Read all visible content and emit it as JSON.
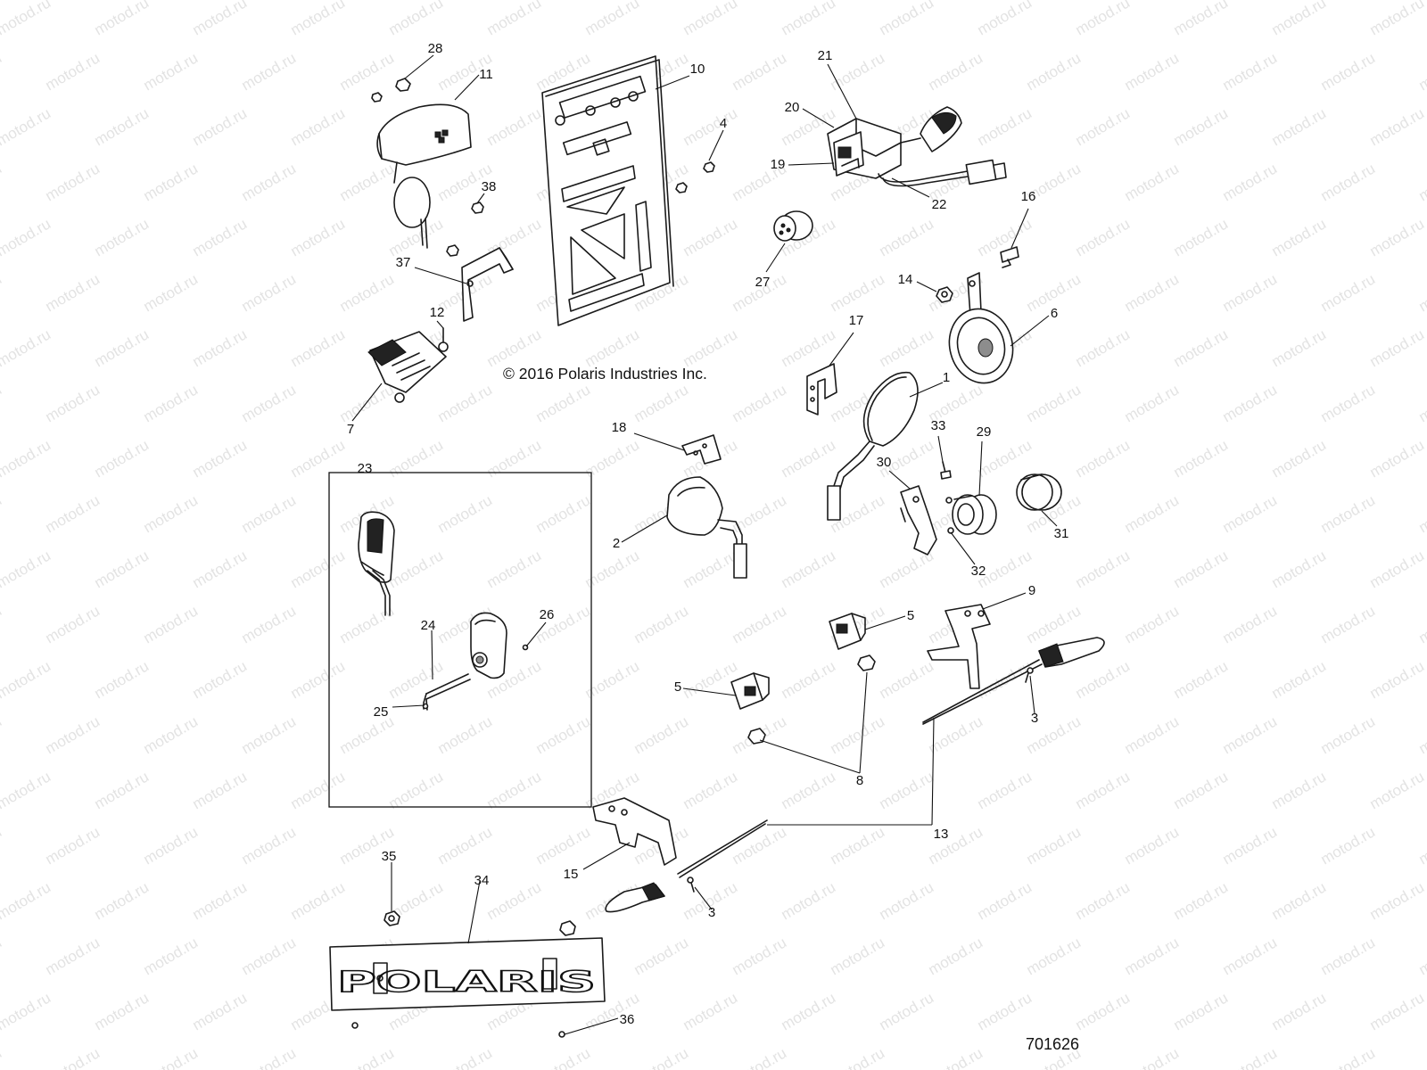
{
  "copyright": "© 2016 Polaris Industries Inc.",
  "diagram_number": "701626",
  "watermark_text": "motod.ru",
  "plate_logo_text": "POLARIS",
  "callouts": {
    "c1": "1",
    "c2": "2",
    "c3a": "3",
    "c3b": "3",
    "c4": "4",
    "c5a": "5",
    "c5b": "5",
    "c6": "6",
    "c7": "7",
    "c8": "8",
    "c9": "9",
    "c10": "10",
    "c11": "11",
    "c12": "12",
    "c13": "13",
    "c14": "14",
    "c15": "15",
    "c16": "16",
    "c17": "17",
    "c18": "18",
    "c19": "19",
    "c20": "20",
    "c21": "21",
    "c22": "22",
    "c23": "23",
    "c24": "24",
    "c25": "25",
    "c26": "26",
    "c27": "27",
    "c28": "28",
    "c29": "29",
    "c30": "30",
    "c31": "31",
    "c32": "32",
    "c33": "33",
    "c34": "34",
    "c35": "35",
    "c36": "36",
    "c37": "37",
    "c38": "38"
  }
}
